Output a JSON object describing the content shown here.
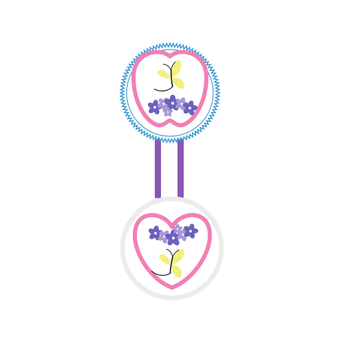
{
  "design": {
    "colors": {
      "background": "#ffffff",
      "zigzag_border": "#3f9bd0",
      "plain_ring": "#ececec",
      "heart_outline": "#f27fb5",
      "heart_fill": "#ffffff",
      "connector_strap": "#8a55b1",
      "butterfly_wing": "#f3ef79",
      "butterfly_body": "#141414",
      "flower_dark": "#6b62bd",
      "flower_light": "#a898d6",
      "flower_center": "#efeaf8"
    },
    "icons": [
      "top-medallion",
      "bottom-medallion",
      "heart-frame",
      "butterfly-icon",
      "flower-icon",
      "connector-strap"
    ]
  }
}
